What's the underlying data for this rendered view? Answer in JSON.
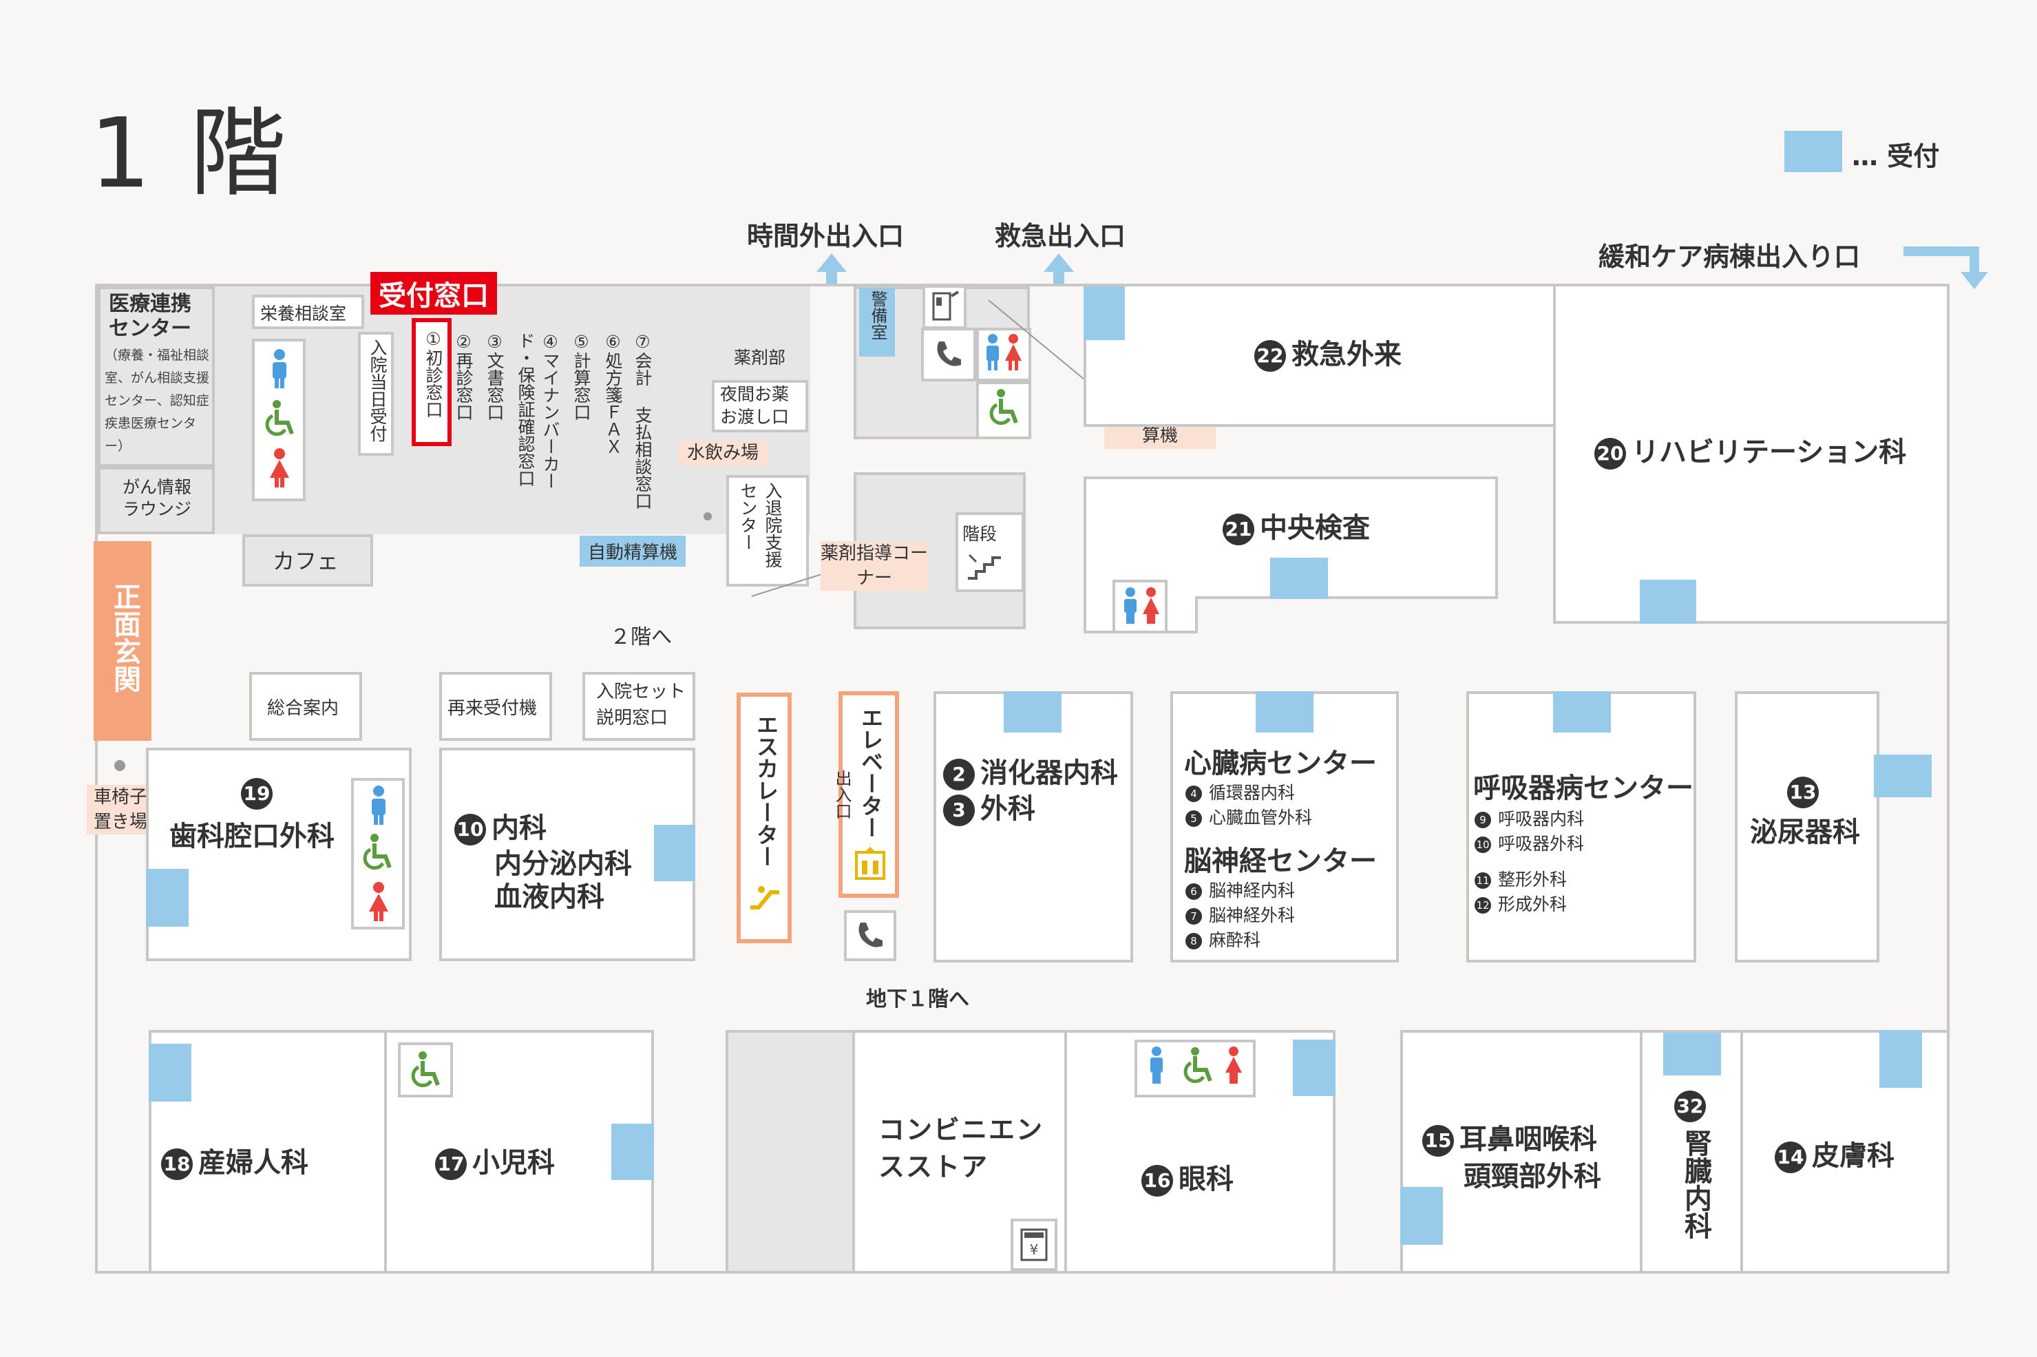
{
  "floor_title": "1 階",
  "legend": {
    "label": "… 受付",
    "color": "#97cbe9"
  },
  "colors": {
    "reception": "#97cbe9",
    "wall": "#c7c7c7",
    "service": "#e6e6e6",
    "accent": "#f5a37a",
    "highlight": "#e60012",
    "male": "#4a9ee0",
    "female": "#e8433c",
    "accessible": "#5a9c3e"
  },
  "entrances": {
    "afterhours": "時間外出入口",
    "emergency": "救急出入口",
    "palliative": "緩和ケア病棟出入り口",
    "main": "正面玄関"
  },
  "reception_window": {
    "title": "受付窓口",
    "windows": [
      "入院当日受付",
      "①初診窓口",
      "②再診窓口",
      "③文書窓口",
      "④マイナンバーカード・保険証確認窓口",
      "⑤計算窓口",
      "⑥処方箋ＦＡＸ",
      "⑦会計 支払相談窓口"
    ]
  },
  "rooms": {
    "iryo_renkei": {
      "title": "医療連携センター",
      "sub": "（療養・福祉相談室、がん相談支援センター、認知症疾患医療センター）"
    },
    "gan_lounge": "がん情報ラウンジ",
    "eiyo": "栄養相談室",
    "cafe": "カフェ",
    "yakuzai": "薬剤部",
    "yakan_okusuri": "夜間お薬お渡し口",
    "mizunomi": "水飲み場",
    "jido_seisan": "自動精算機",
    "nyutaiin": "入退院支援センター",
    "keibi": "警備室",
    "jikangai_seisan": "時間外自動精算機",
    "yakuzai_shido": "薬剤指導コーナー",
    "kaidan": "階段",
    "to_2f": "２階へ",
    "to_b1": "地下１階へ",
    "sogo_annai": "総合案内",
    "sairai": "再来受付機",
    "nyuin_set": "入院セット説明窓口",
    "kurumaisu": "車椅子置き場",
    "escalator": "エスカレーター",
    "elevator": "エレベーター",
    "elevator_exit": "出入口",
    "convenience": "コンビニエンスストア"
  },
  "departments": {
    "d22": {
      "num": "22",
      "name": "救急外来"
    },
    "d20": {
      "num": "20",
      "name": "リハビリテーション科"
    },
    "d21": {
      "num": "21",
      "name": "中央検査"
    },
    "d19": {
      "num": "19",
      "name": "歯科腔口外科"
    },
    "d10": {
      "num": "10",
      "lines": [
        "内科",
        "内分泌内科",
        "血液内科"
      ]
    },
    "d2": {
      "num": "2",
      "name": "消化器内科"
    },
    "d3": {
      "num": "3",
      "name": "外科"
    },
    "heart": {
      "title": "心臓病センター",
      "items": [
        {
          "num": "4",
          "name": "循環器内科"
        },
        {
          "num": "5",
          "name": "心臓血管外科"
        }
      ]
    },
    "brain": {
      "title": "脳神経センター",
      "items": [
        {
          "num": "6",
          "name": "脳神経内科"
        },
        {
          "num": "7",
          "name": "脳神経外科"
        },
        {
          "num": "8",
          "name": "麻酔科"
        }
      ]
    },
    "resp": {
      "title": "呼吸器病センター",
      "items": [
        {
          "num": "9",
          "name": "呼吸器内科"
        },
        {
          "num": "10",
          "name": "呼吸器外科"
        },
        {
          "num": "11",
          "name": "整形外科"
        },
        {
          "num": "12",
          "name": "形成外科"
        }
      ]
    },
    "d13": {
      "num": "13",
      "name": "泌尿器科"
    },
    "d18": {
      "num": "18",
      "name": "産婦人科"
    },
    "d17": {
      "num": "17",
      "name": "小児科"
    },
    "d16": {
      "num": "16",
      "name": "眼科"
    },
    "d15": {
      "num": "15",
      "lines": [
        "耳鼻咽喉科",
        "頭頸部外科"
      ]
    },
    "d32": {
      "num": "32",
      "name": "腎臓内科"
    },
    "d14": {
      "num": "14",
      "name": "皮膚科"
    }
  },
  "icons": [
    "toilet-male-icon",
    "toilet-female-icon",
    "wheelchair-icon",
    "phone-icon",
    "atm-icon",
    "stairs-icon",
    "escalator-icon",
    "elevator-icon",
    "vending-icon",
    "arrow-icon"
  ]
}
